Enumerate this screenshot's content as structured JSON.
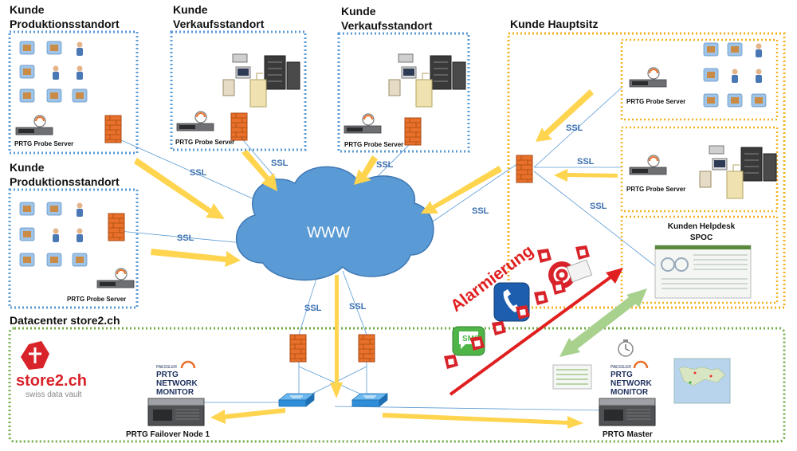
{
  "sites": {
    "prod1": {
      "title_line1": "Kunde",
      "title_line2": "Produktionsstandort",
      "probe_label": "PRTG Probe Server"
    },
    "sales1": {
      "title_line1": "Kunde",
      "title_line2": "Verkaufsstandort",
      "probe_label": "PRTG Probe Server"
    },
    "sales2": {
      "title_line1": "Kunde",
      "title_line2": "Verkaufsstandort",
      "probe_label": "PRTG Probe Server"
    },
    "prod2": {
      "title_line1": "Kunde",
      "title_line2": "Produktionsstandort",
      "probe_label": "PRTG Probe Server"
    },
    "hq": {
      "title": "Kunde Hauptsitz",
      "probe1_label": "PRTG Probe Server",
      "probe2_label": "PRTG Probe Server",
      "helpdesk_line1": "Kunden Helpdesk",
      "helpdesk_line2": "SPOC"
    }
  },
  "cloud": {
    "label": "WWW"
  },
  "ssl_label": "SSL",
  "datacenter": {
    "title": "Datacenter store2.ch",
    "logo_name": "store2.ch",
    "logo_tagline": "swiss data vault",
    "failover_label": "PRTG Failover Node 1",
    "master_label": "PRTG Master",
    "prtg_brand": {
      "company": "PAESSLER",
      "line1": "PRTG",
      "line2": "NETWORK",
      "line3": "MONITOR"
    }
  },
  "alerting": {
    "label": "Alarmierung",
    "sms_label": "SMS"
  },
  "colors": {
    "blue_border": "#5b9bd5",
    "orange_border": "#f4b120",
    "green_border": "#70ad47",
    "arrow_yellow": "#ffd44f",
    "ssl_text": "#3b6fb0",
    "cloud_fill": "#5b9bd5",
    "alarm_red": "#e02020",
    "firewall": "#e8702a",
    "switch_blue": "#2f8ed8",
    "green_arrow": "#a9d18e"
  },
  "icons": [
    "firewall-icon",
    "server-icon",
    "switch-icon",
    "cloud-icon",
    "sms-icon",
    "phone-icon",
    "email-icon",
    "probe-server-icon",
    "alert-bell-icon",
    "dashboard-screen-icon",
    "world-map-icon",
    "stopwatch-icon"
  ]
}
